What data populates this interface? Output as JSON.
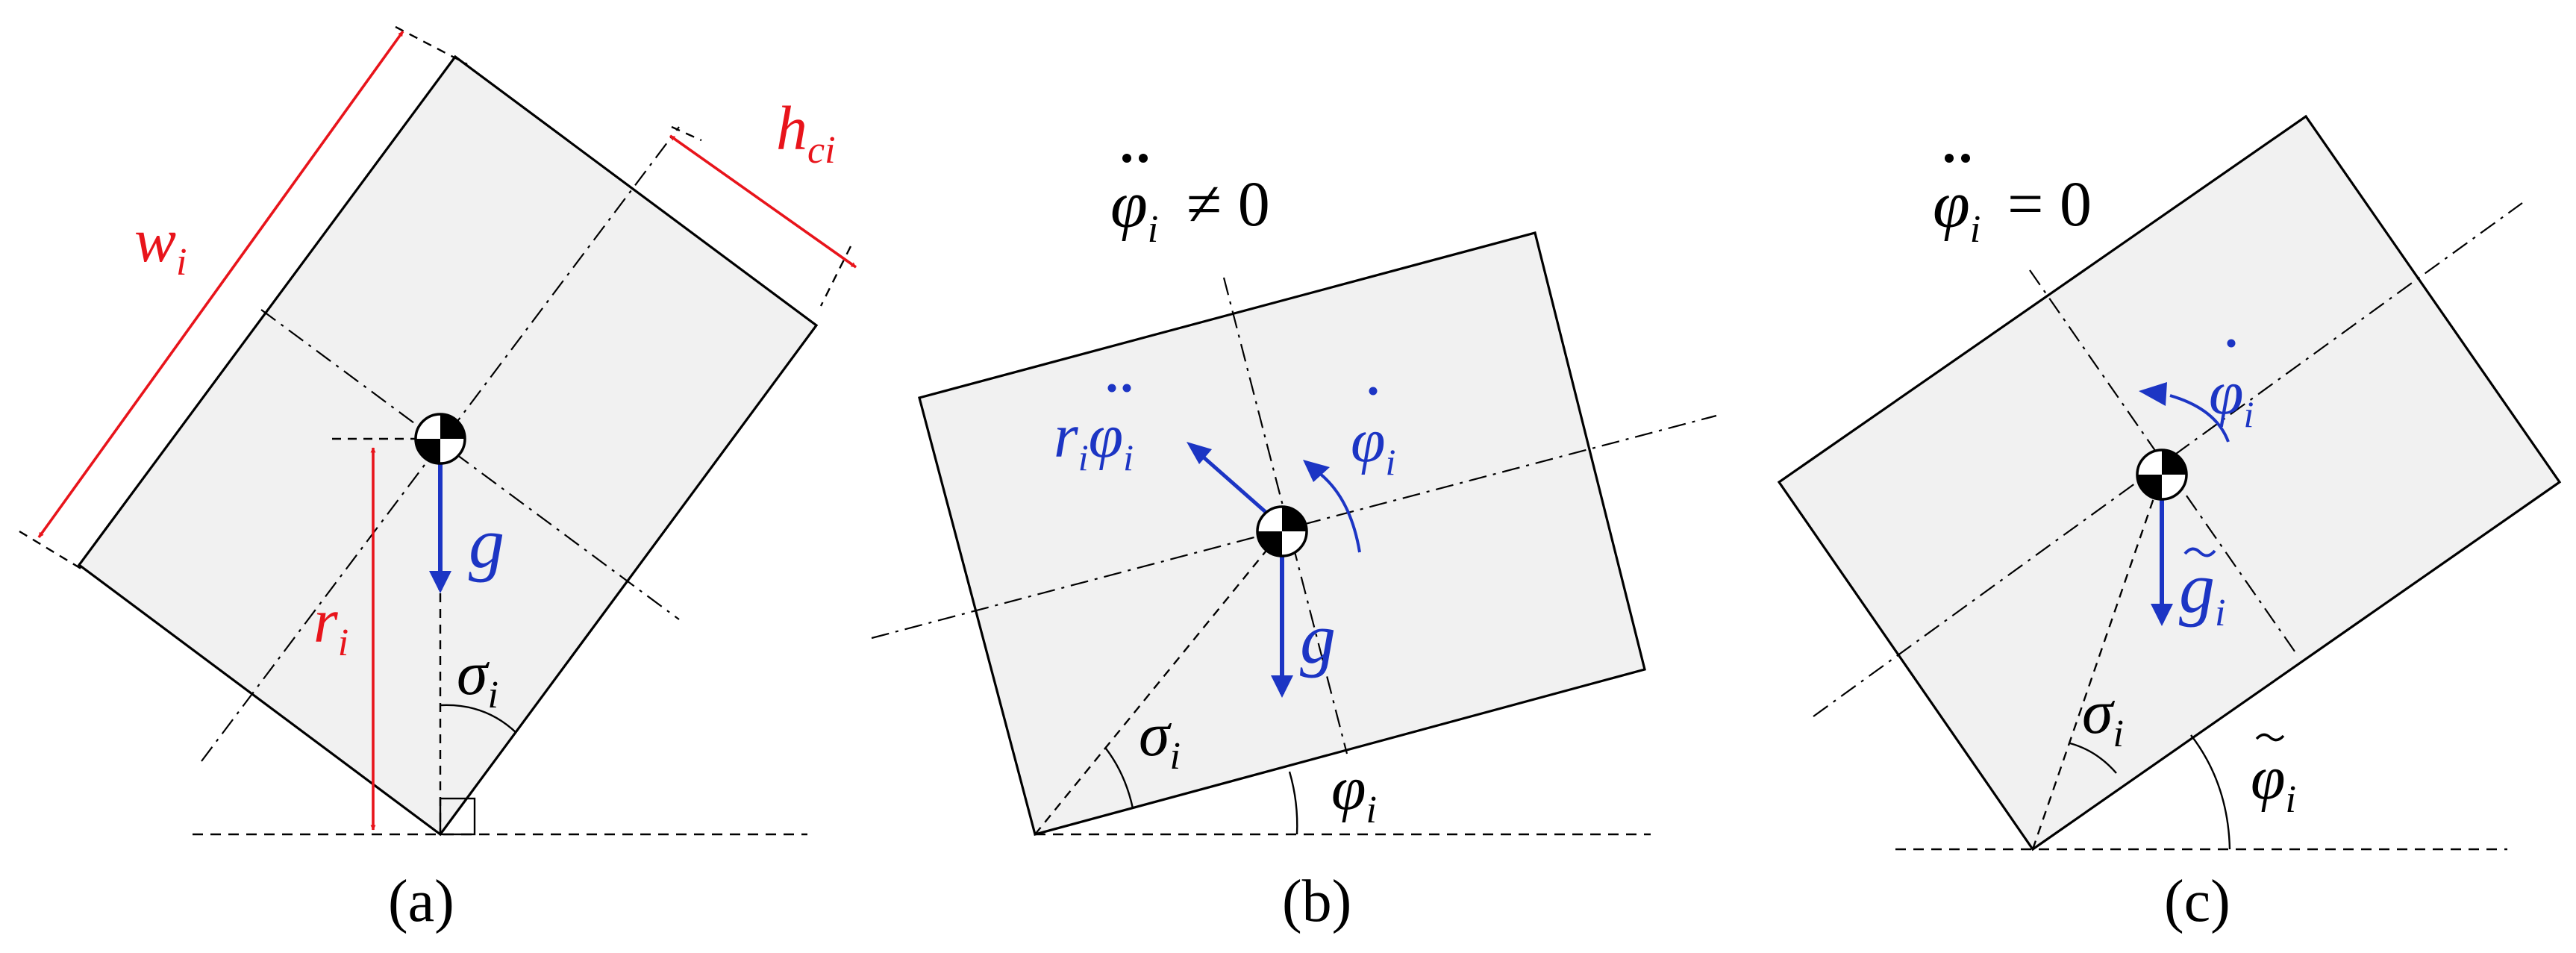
{
  "colors": {
    "dimension": "#e8141b",
    "vector": "#1c35c4",
    "outline": "#000000",
    "body_fill": "#f1f1f1"
  },
  "panels": [
    {
      "caption": "(a)",
      "labels": {
        "width": "w",
        "width_sub": "i",
        "hc": "h",
        "hc_sub": "ci",
        "radius": "r",
        "radius_sub": "i",
        "gravity": "g",
        "angle": "σ",
        "angle_sub": "i"
      }
    },
    {
      "caption": "(b)",
      "condition": {
        "sym": "φ",
        "sub": "i",
        "rel": "≠ 0"
      },
      "labels": {
        "tangential_r": "r",
        "tangential_r_sub": "i",
        "tangential_phi": "φ",
        "tangential_phi_sub": "i",
        "rate": "φ",
        "rate_sub": "i",
        "gravity": "g",
        "angle": "σ",
        "angle_sub": "i",
        "tilt": "φ",
        "tilt_sub": "i"
      }
    },
    {
      "caption": "(c)",
      "condition": {
        "sym": "φ",
        "sub": "i",
        "rel": "= 0"
      },
      "labels": {
        "rate": "φ",
        "rate_sub": "i",
        "gravity": "g",
        "gravity_sub": "i",
        "angle": "σ",
        "angle_sub": "i",
        "tilt": "φ",
        "tilt_sub": "i"
      }
    }
  ]
}
